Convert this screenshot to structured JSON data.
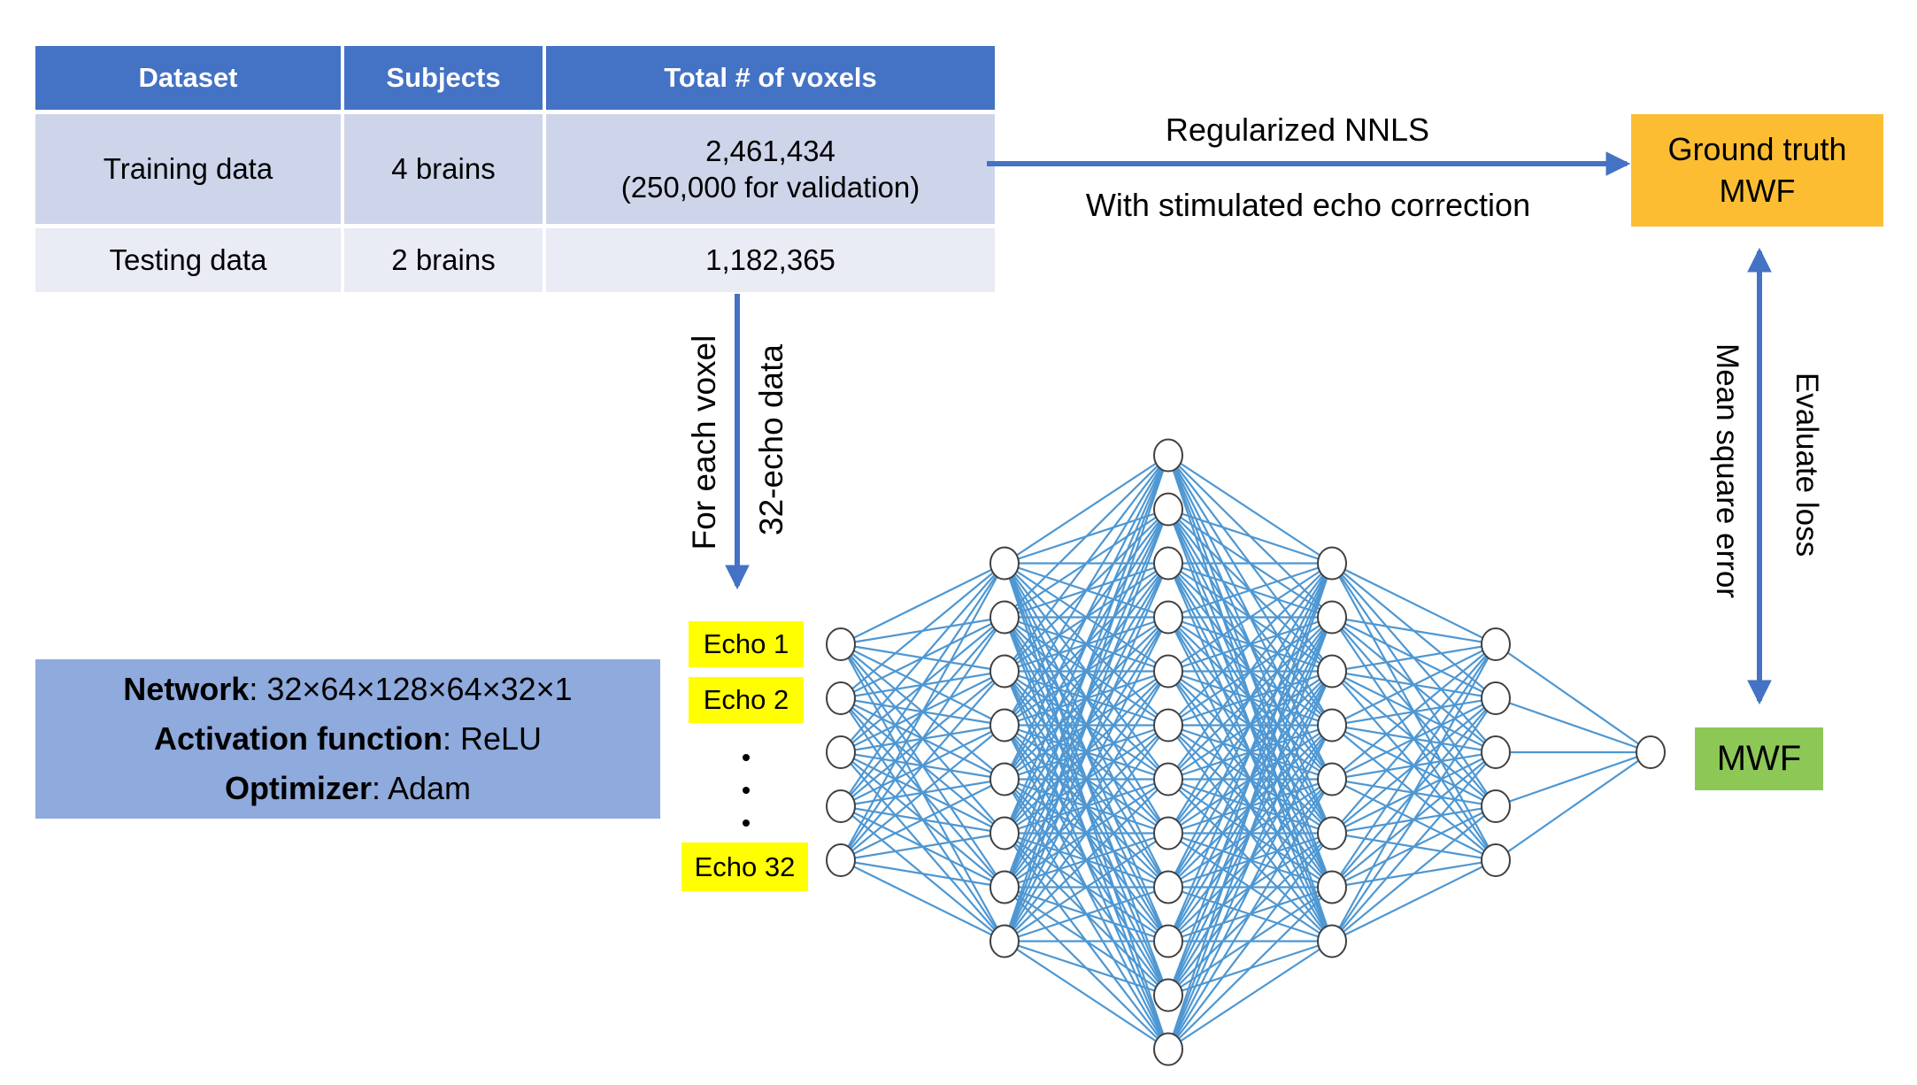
{
  "colors": {
    "header": "#4472C4",
    "row_odd": "#CED5EA",
    "row_even": "#E9EBF5",
    "arrow": "#4472C4",
    "edge": "#4E97D2",
    "node": "#404040",
    "gt": "#FCBD33",
    "mwf": "#8DC857",
    "echo": "#FFFF00",
    "info": "#8FAADC"
  },
  "table": {
    "headers": [
      "Dataset",
      "Subjects",
      "Total # of voxels"
    ],
    "rows": [
      [
        "Training data",
        "4 brains",
        "2,461,434\n(250,000 for validation)"
      ],
      [
        "Testing data",
        "2 brains",
        "1,182,365"
      ]
    ]
  },
  "nnls_arrow": {
    "line1": "Regularized NNLS",
    "line2": "With stimulated echo correction"
  },
  "ground_truth_box": {
    "line1": "Ground truth",
    "line2": "MWF"
  },
  "per_voxel_arrow": {
    "left_label": "For each voxel",
    "right_label": "32-echo data"
  },
  "echo_inputs": {
    "first": "Echo 1",
    "second": "Echo 2",
    "last": "Echo 32"
  },
  "network": {
    "layers": [
      5,
      8,
      12,
      8,
      5,
      1
    ],
    "info_lines": [
      {
        "label": "Network",
        "value": "32×64×128×64×32×1"
      },
      {
        "label": "Activation function",
        "value": "ReLU"
      },
      {
        "label": "Optimizer",
        "value": "Adam"
      }
    ]
  },
  "loss_arrow": {
    "left_label": "Mean square error",
    "right_label": "Evaluate loss"
  },
  "mwf_box": {
    "label": "MWF"
  }
}
